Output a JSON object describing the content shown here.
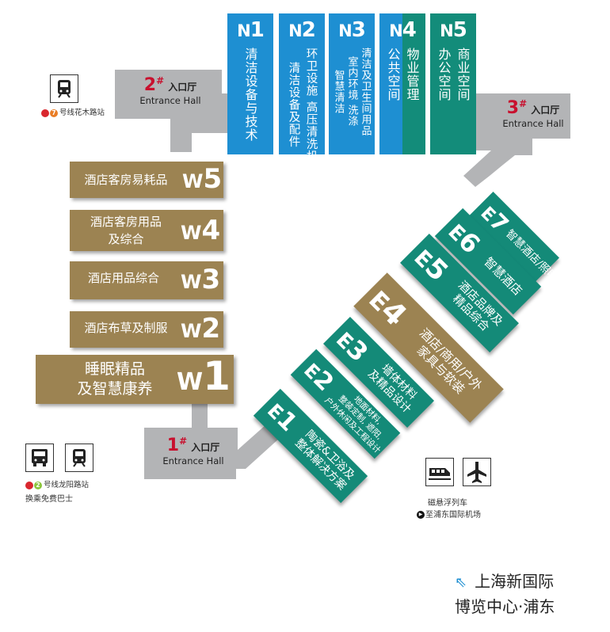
{
  "colors": {
    "north_blue": "#1e8fd2",
    "north_teal": "#138c7a",
    "west_gold": "#9c8352",
    "east_teal": "#148a78",
    "east_gold": "#9c8352",
    "walkway_grey": "#b3b4b6",
    "entrance_red": "#c8102e"
  },
  "north_halls": [
    {
      "letter": "N",
      "num": "1",
      "columns": [
        "清洁设备与技术"
      ],
      "color": "#1e8fd2"
    },
    {
      "letter": "N",
      "num": "2",
      "columns": [
        "环卫设施 高压清洗机",
        "清洁设备及配件"
      ],
      "color": "#1e8fd2"
    },
    {
      "letter": "N",
      "num": "3",
      "columns": [
        "清洁及卫生间用品",
        "室内环境 洗涤",
        "智慧清洁"
      ],
      "color": "#1e8fd2"
    },
    {
      "letter": "N",
      "num": "4",
      "columns": [
        "物业管理",
        "公共空间"
      ],
      "color": "#1e8fd2"
    },
    {
      "letter": "N",
      "num": "5",
      "columns": [
        "商业空间",
        "办公空间"
      ],
      "color": "#138c7a"
    }
  ],
  "west_halls": [
    {
      "letter": "W",
      "num": "5",
      "lines": [
        "酒店客房易耗品"
      ]
    },
    {
      "letter": "W",
      "num": "4",
      "lines": [
        "酒店客房用品",
        "及综合"
      ]
    },
    {
      "letter": "W",
      "num": "3",
      "lines": [
        "酒店用品综合"
      ]
    },
    {
      "letter": "W",
      "num": "2",
      "lines": [
        "酒店布草及制服"
      ]
    },
    {
      "letter": "W",
      "num": "1",
      "lines": [
        "睡眠精品",
        "及智慧康养"
      ]
    }
  ],
  "east_halls": [
    {
      "letter": "E",
      "num": "7",
      "lines": [
        "智慧酒店/照明"
      ],
      "color": "#148a78"
    },
    {
      "letter": "E",
      "num": "6",
      "lines": [
        "智慧酒店"
      ],
      "color": "#148a78"
    },
    {
      "letter": "E",
      "num": "5",
      "lines": [
        "酒店品牌及",
        "精品综合"
      ],
      "color": "#148a78"
    },
    {
      "letter": "E",
      "num": "4",
      "lines": [
        "酒店/商用/户外",
        "家具与软装"
      ],
      "color": "#9c8352"
    },
    {
      "letter": "E",
      "num": "3",
      "lines": [
        "墙体材料",
        "及精品设计"
      ],
      "color": "#148a78"
    },
    {
      "letter": "E",
      "num": "2",
      "lines": [
        "地面材料,",
        "整装定制, 遮阳,",
        "户外休闲及工程设计"
      ],
      "color": "#148a78"
    },
    {
      "letter": "E",
      "num": "1",
      "lines": [
        "陶瓷&卫浴及",
        "整体解决方案"
      ],
      "color": "#148a78"
    }
  ],
  "entrances": [
    {
      "num": "1",
      "sharp": "#",
      "zh": "入口厅",
      "en": "Entrance Hall"
    },
    {
      "num": "2",
      "sharp": "#",
      "zh": "入口厅",
      "en": "Entrance Hall"
    },
    {
      "num": "3",
      "sharp": "#",
      "zh": "入口厅",
      "en": "Entrance Hall"
    }
  ],
  "transport": {
    "metro7": {
      "line": "7",
      "text": "号线花木路站",
      "icon": "metro-icon"
    },
    "metro2": {
      "line": "2",
      "text": "号线龙阳路站",
      "icon": "metro-icon",
      "bus_icon": "bus-icon",
      "note": "换乘免费巴士"
    },
    "maglev": {
      "text": "磁悬浮列车",
      "sub": "至浦东国际机场",
      "icon": "maglev-icon",
      "plane_icon": "airplane-icon"
    }
  },
  "venue": {
    "line1": "上海新国际",
    "line2": "博览中心·浦东",
    "icon": "northwest-arrow-icon"
  }
}
